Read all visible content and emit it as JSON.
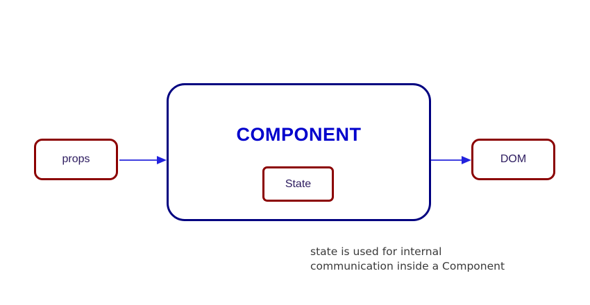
{
  "diagram": {
    "title_text": "COMPONENT",
    "nodes": {
      "props": {
        "label": "props"
      },
      "state": {
        "label": "State"
      },
      "dom": {
        "label": "DOM"
      }
    },
    "caption": "state is used for internal\ncommunication inside a Component",
    "colors": {
      "component_border": "#000080",
      "component_title": "#0000CC",
      "box_border": "#8B0000",
      "arrow": "#4040E0",
      "node_text": "#2B1A5E",
      "caption_text": "#3A3A3A",
      "background": "#FFFFFF"
    }
  }
}
